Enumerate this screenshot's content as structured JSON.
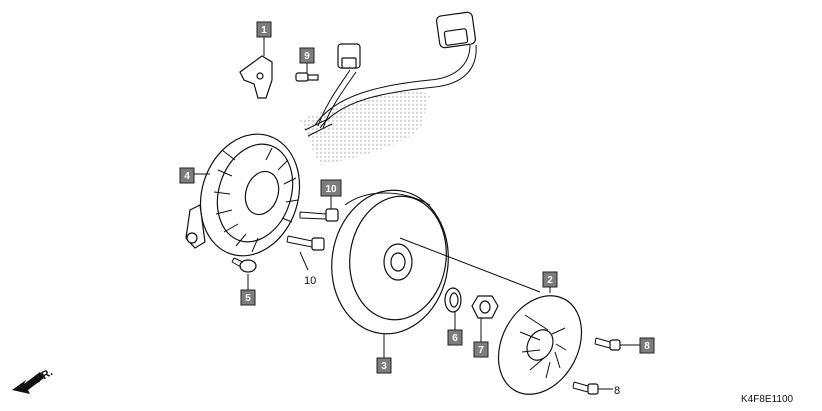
{
  "diagram": {
    "code": "K4F8E1100",
    "direction_label": "FR.",
    "callouts": [
      {
        "id": "c1",
        "label": "1"
      },
      {
        "id": "c9",
        "label": "9"
      },
      {
        "id": "c4",
        "label": "4"
      },
      {
        "id": "c10",
        "label": "10"
      },
      {
        "id": "c5",
        "label": "5"
      },
      {
        "id": "c2",
        "label": "2"
      },
      {
        "id": "c6",
        "label": "6"
      },
      {
        "id": "c7",
        "label": "7"
      },
      {
        "id": "c8",
        "label": "8"
      },
      {
        "id": "c3",
        "label": "3"
      }
    ],
    "plain_labels": [
      {
        "id": "p10",
        "label": "10"
      },
      {
        "id": "p8",
        "label": "8"
      }
    ]
  }
}
